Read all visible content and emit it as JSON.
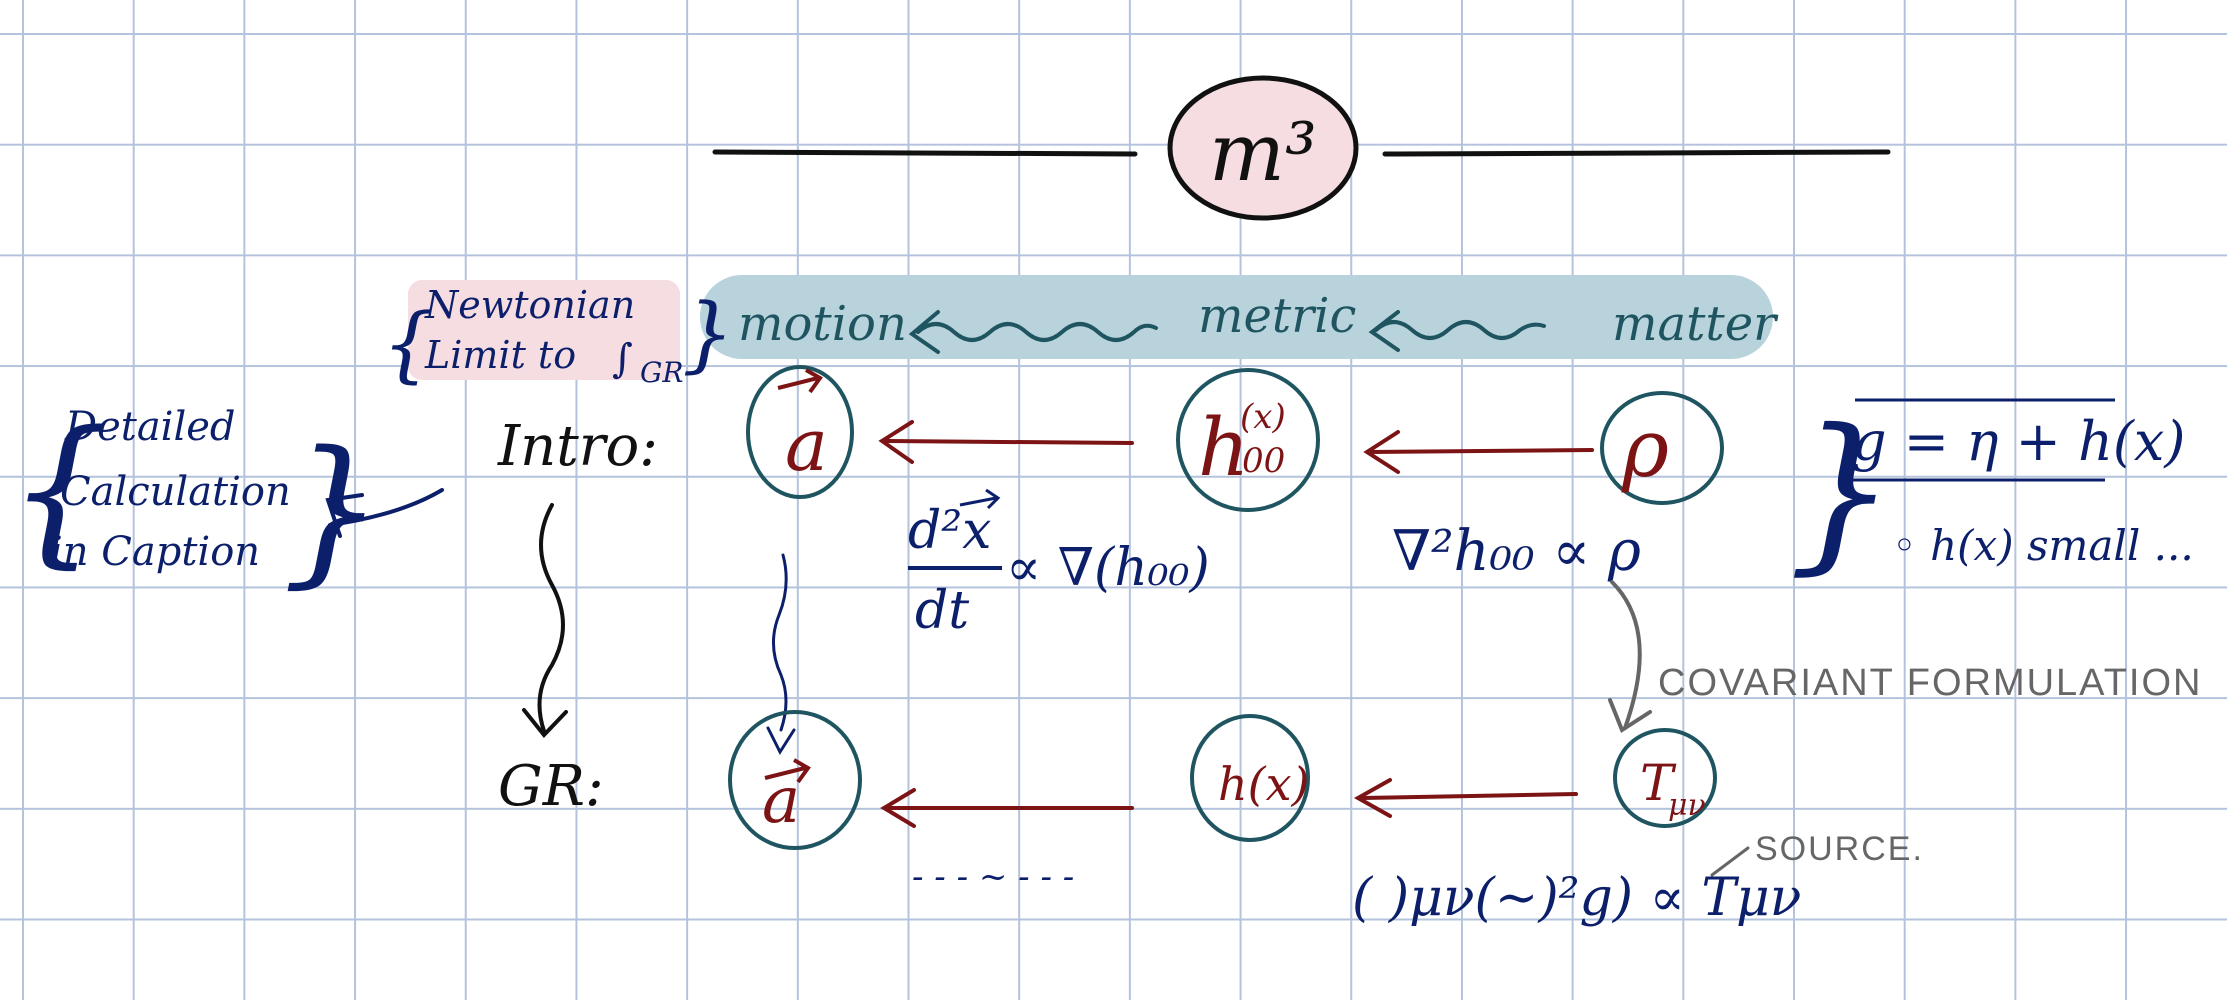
{
  "title_badge": "m³",
  "band": {
    "motion": "motion",
    "metric": "metric",
    "matter": "matter"
  },
  "newtonian_note": {
    "line1": "Newtonian",
    "line2": "Limit to",
    "subscript": "GR"
  },
  "detail_note": {
    "line1": "Detailed",
    "line2": "Calculation",
    "line3": "in Caption"
  },
  "rows": {
    "intro_label": "Intro:",
    "gr_label": "GR:"
  },
  "intro_nodes": {
    "a": "a",
    "h": "h",
    "h_sup": "(x)",
    "h_sub": "00",
    "rho": "ρ"
  },
  "gr_nodes": {
    "a": "a",
    "h": "h(x)",
    "t": "T",
    "t_sub": "μν"
  },
  "equations": {
    "accel_num": "d²x",
    "accel_den": "dt",
    "accel_rhs": "∝ ∇(h₀₀)",
    "poisson": "∇²h₀₀ ∝ ρ",
    "metric_decomp": "g = η + h(x)",
    "small_note": "◦ h(x) small ...",
    "gr_motion": "- - - ~ - - -",
    "field_eq": "(   )μν(∼)²g) ∝ Tμν"
  },
  "annotations": {
    "covariant": "COVARIANT FORMULATION",
    "source": "SOURCE."
  },
  "colors": {
    "navy_ink": "#0c1f6b",
    "red_ink": "#7c1416",
    "teal_ink": "#1f5560",
    "band": "#b9d3dc",
    "pink_highlight": "#f6dde2",
    "grid": "#b4c3dc"
  }
}
